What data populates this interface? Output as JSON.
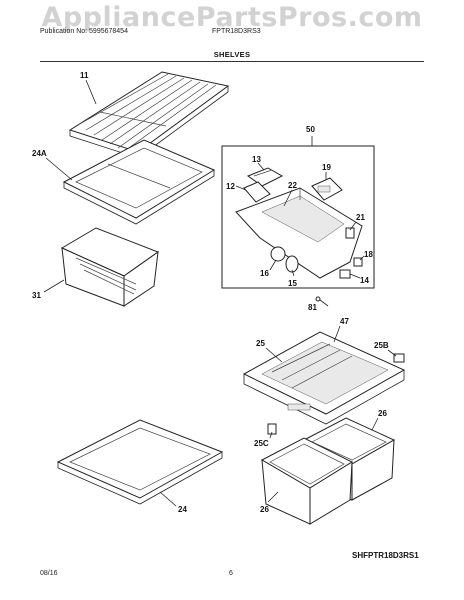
{
  "header": {
    "watermark": "AppliancePartsPros.com",
    "publication": "Publication No: 5995678454",
    "model": "FPTR18D3RS3",
    "section_title": "SHELVES"
  },
  "callouts": {
    "c11": "11",
    "c24a": "24A",
    "c31": "31",
    "c24": "24",
    "c50": "50",
    "c13": "13",
    "c19": "19",
    "c12": "12",
    "c22": "22",
    "c21": "21",
    "c18": "18",
    "c16": "16",
    "c15": "15",
    "c14": "14",
    "c81": "81",
    "c47": "47",
    "c25": "25",
    "c25b": "25B",
    "c26a": "26",
    "c25c": "25C",
    "c26b": "26"
  },
  "diagram_code": "SHFPTR18D3RS1",
  "footer": {
    "date": "08/16",
    "page": "6"
  }
}
